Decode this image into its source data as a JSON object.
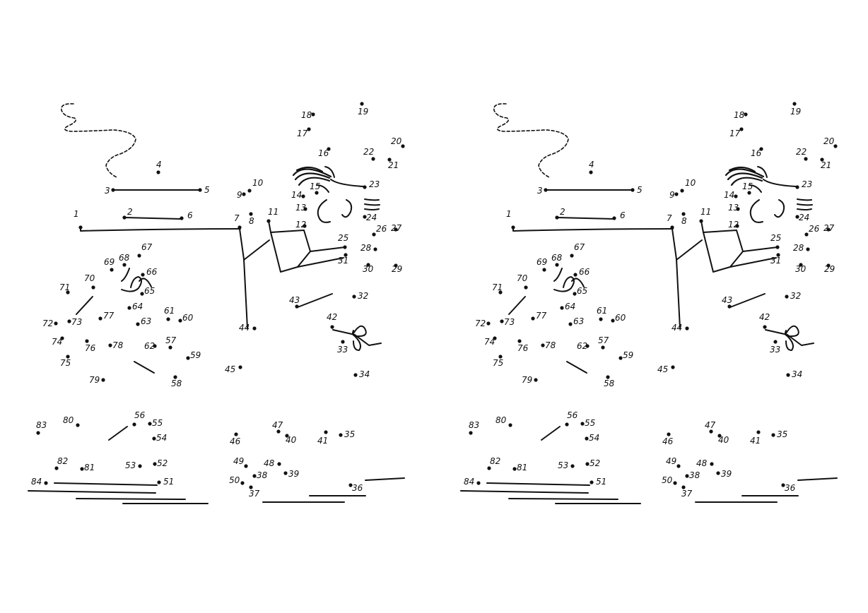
{
  "worksheet": {
    "panel_count": 2,
    "ink_color": "#111111",
    "paper_color": "#ffffff",
    "dot_labels": [
      "1",
      "2",
      "3",
      "4",
      "5",
      "6",
      "7",
      "8",
      "9",
      "10",
      "11",
      "12",
      "13",
      "14",
      "15",
      "16",
      "17",
      "18",
      "19",
      "20",
      "21",
      "22",
      "23",
      "24",
      "25",
      "26",
      "27",
      "28",
      "29",
      "30",
      "31",
      "32",
      "33",
      "34",
      "35",
      "36",
      "37",
      "38",
      "39",
      "40",
      "41",
      "42",
      "43",
      "44",
      "45",
      "46",
      "47",
      "48",
      "49",
      "50",
      "51",
      "52",
      "53",
      "54",
      "55",
      "56",
      "57",
      "58",
      "59",
      "60",
      "61",
      "62",
      "63",
      "64",
      "65",
      "66",
      "67",
      "68",
      "69",
      "70",
      "71",
      "72",
      "73",
      "74",
      "75",
      "76",
      "77",
      "78",
      "79",
      "80",
      "81",
      "82",
      "83",
      "84"
    ]
  }
}
